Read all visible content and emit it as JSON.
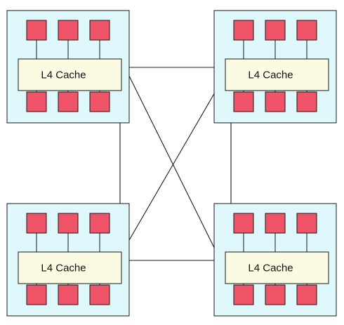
{
  "diagram": {
    "colors": {
      "node_fill": "#dff8fb",
      "cache_fill": "#fbfbe3",
      "core_fill": "#f05468",
      "line": "#1a1a1a"
    },
    "nodes": [
      {
        "id": "top-left",
        "cache_label": "L4 Cache",
        "cores_above": 3,
        "cores_below": 3
      },
      {
        "id": "top-right",
        "cache_label": "L4 Cache",
        "cores_above": 3,
        "cores_below": 3
      },
      {
        "id": "bottom-left",
        "cache_label": "L4 Cache",
        "cores_above": 3,
        "cores_below": 3
      },
      {
        "id": "bottom-right",
        "cache_label": "L4 Cache",
        "cores_above": 3,
        "cores_below": 3
      }
    ],
    "links": [
      {
        "from": "top-left",
        "to": "top-right"
      },
      {
        "from": "bottom-left",
        "to": "bottom-right"
      },
      {
        "from": "top-left",
        "to": "bottom-left"
      },
      {
        "from": "top-right",
        "to": "bottom-right"
      },
      {
        "from": "top-left",
        "to": "bottom-right"
      },
      {
        "from": "top-right",
        "to": "bottom-left"
      }
    ]
  }
}
